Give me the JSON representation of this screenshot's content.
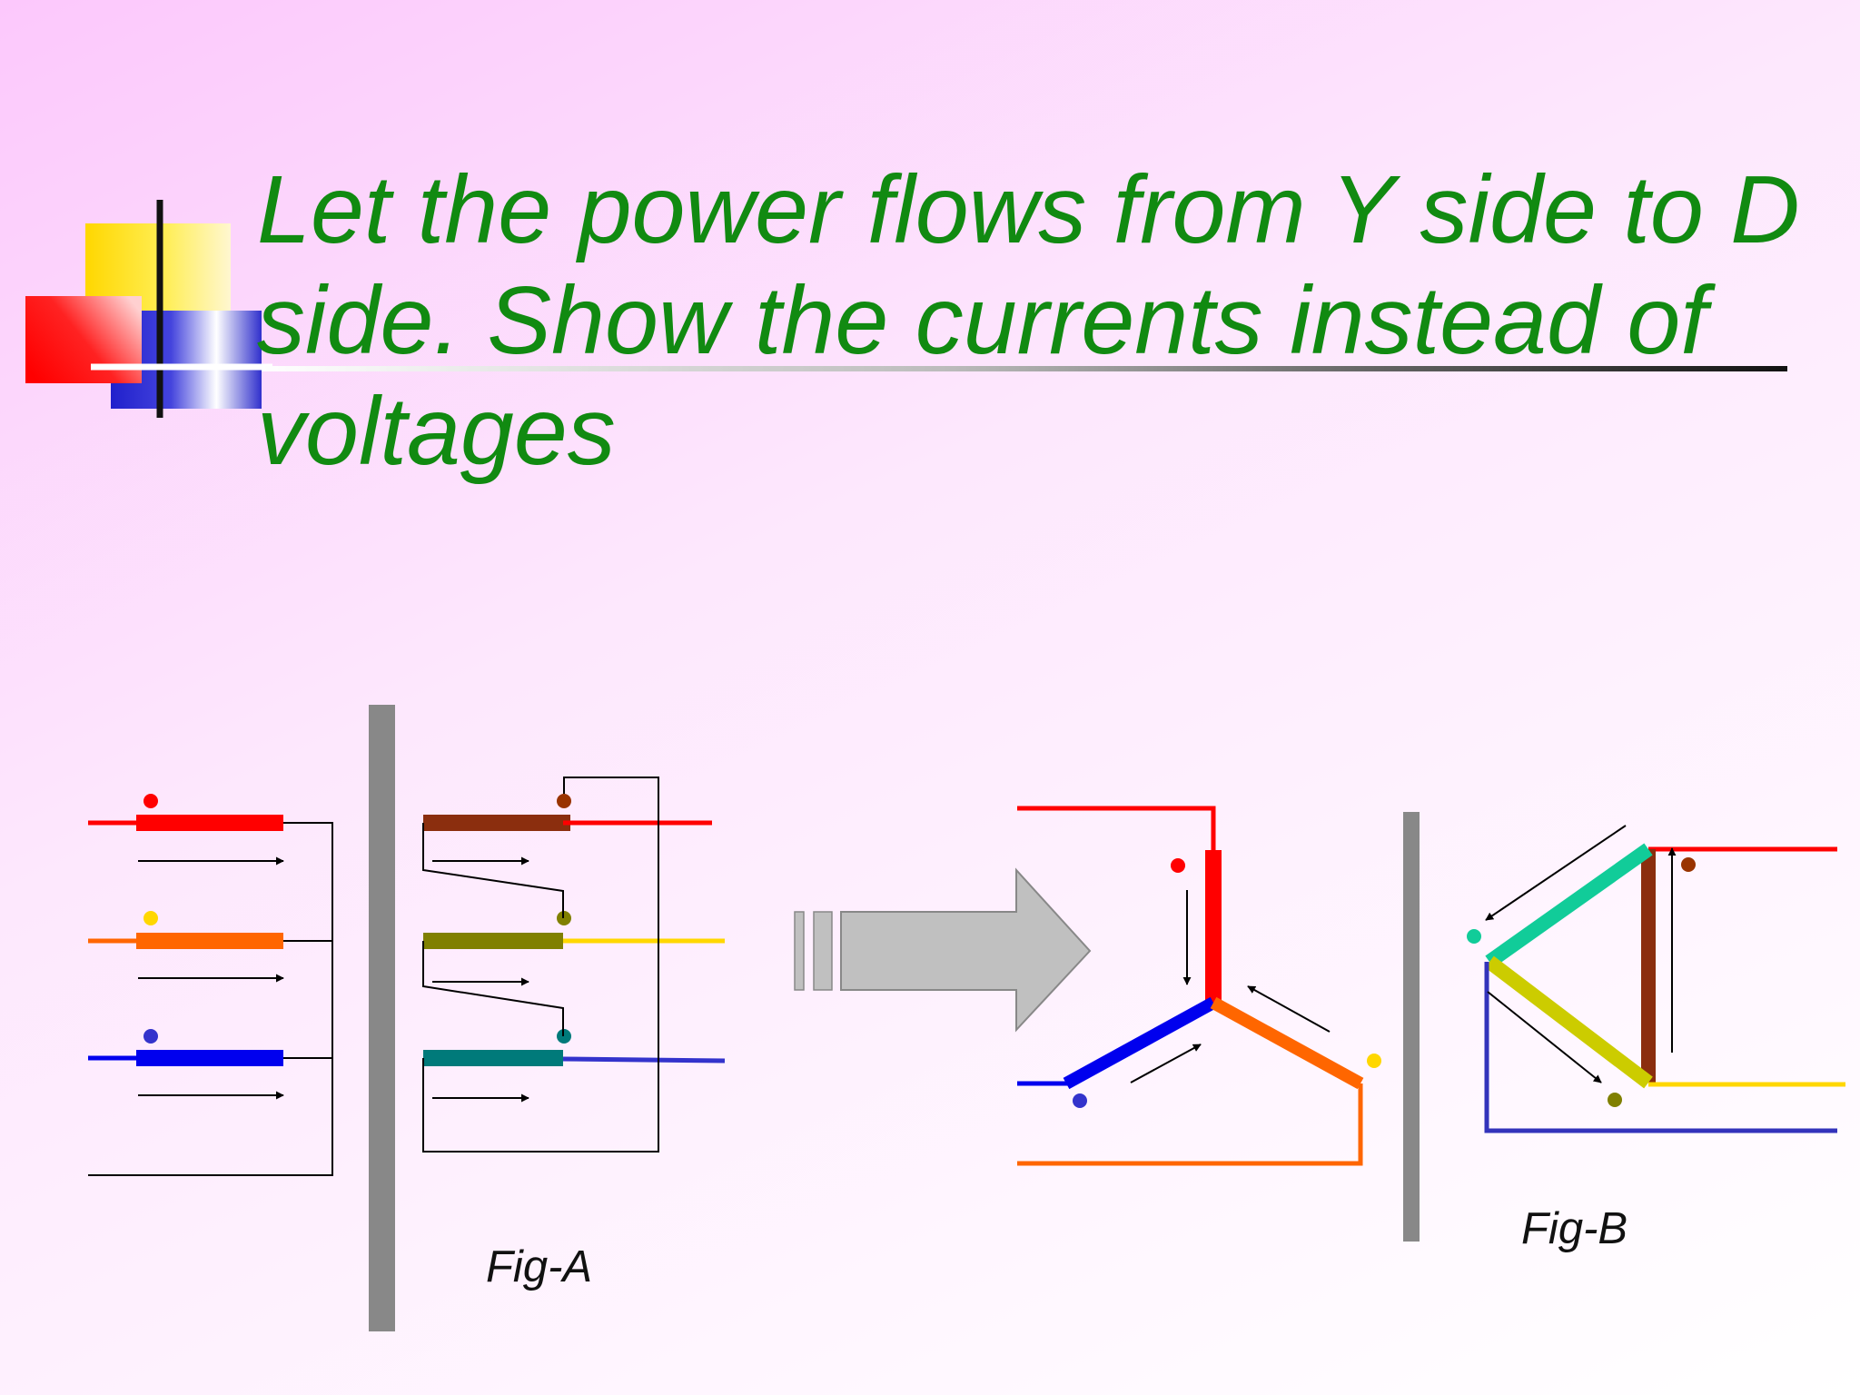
{
  "slide": {
    "title": "Let the power flows from Y side to D\nside. Show the currents instead of\nvoltages"
  },
  "figures": {
    "fig_a_label": "Fig-A",
    "fig_b_label": "Fig-B"
  },
  "colors": {
    "title": "#118a11",
    "phase_red": "#ff0000",
    "phase_orange": "#ff6600",
    "phase_blue": "#0000ee",
    "winding_brown": "#8b2e0e",
    "winding_olive": "#808000",
    "winding_teal": "#007a7a",
    "delta_green": "#11cc99",
    "delta_yellowgreen": "#cccc00",
    "yellow_line": "#ffd700",
    "core_gray": "#888888",
    "arrow_gray": "#c0c0c0"
  }
}
